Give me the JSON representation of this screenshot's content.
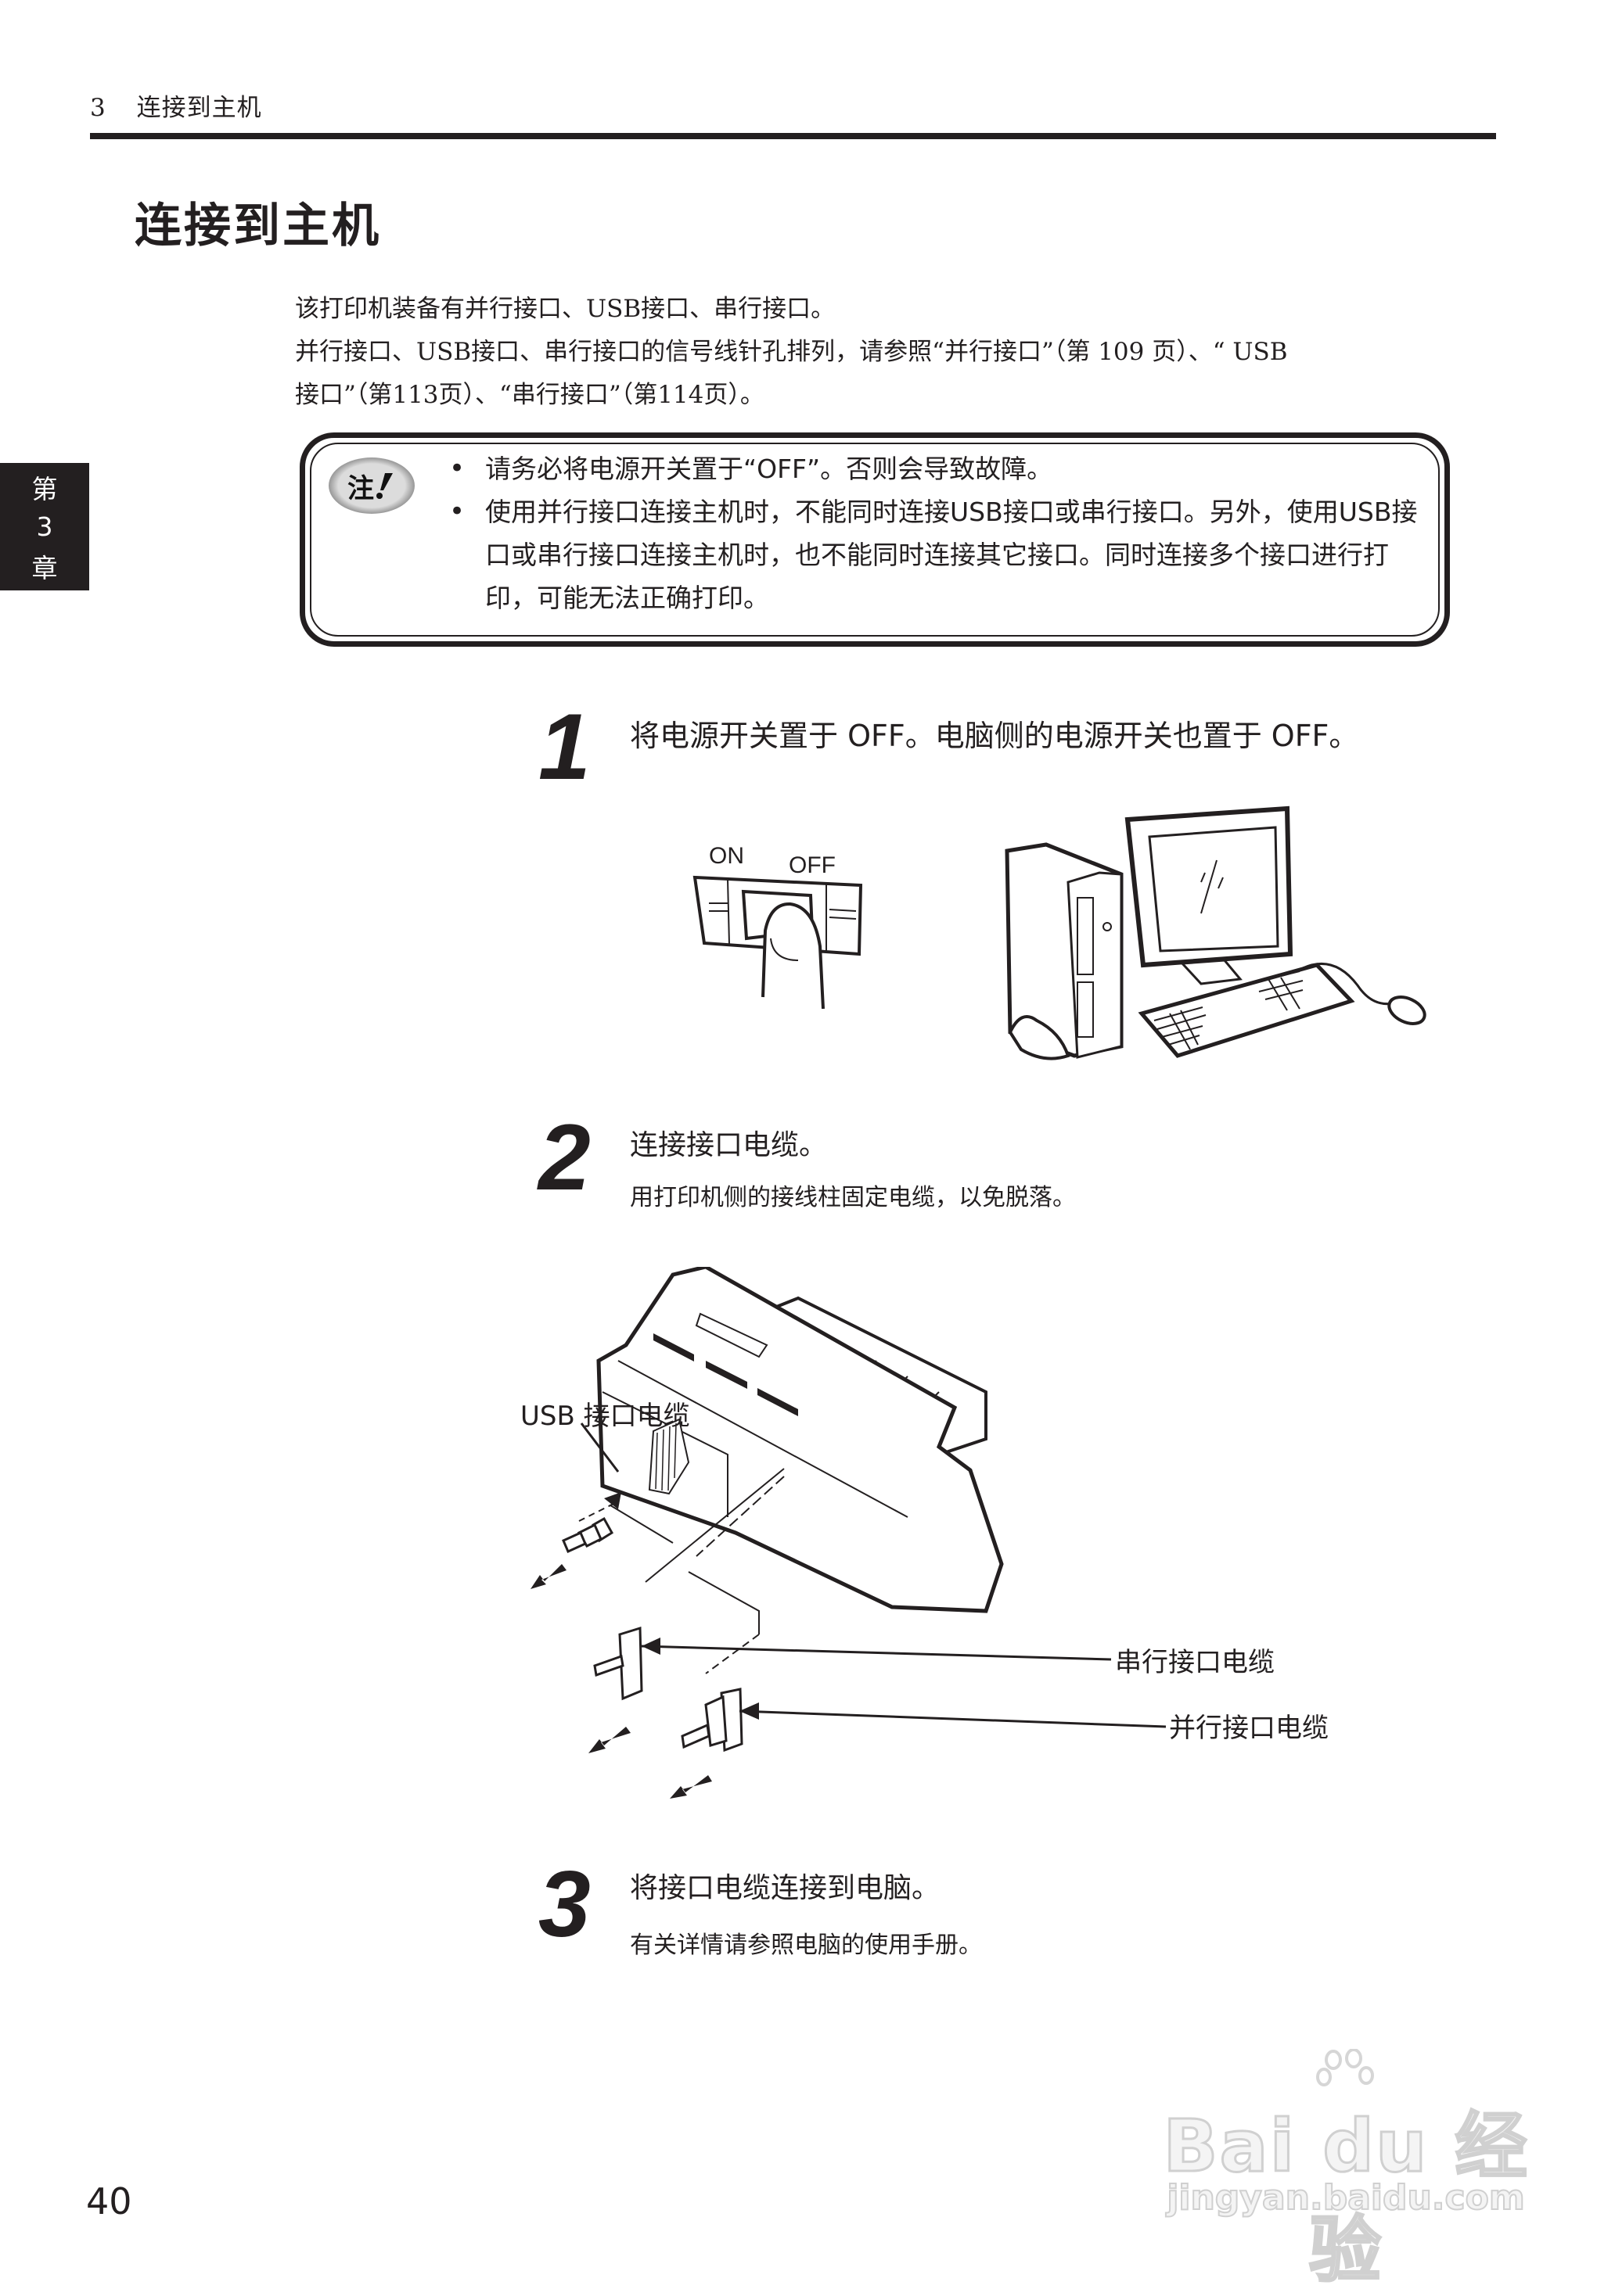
{
  "header": {
    "chapter_number": "3",
    "chapter_title": "连接到主机"
  },
  "chapter_tab": {
    "line1": "第",
    "line2": "3",
    "line3": "章"
  },
  "page_title": "连接到主机",
  "intro": {
    "line1": "该打印机装备有并行接口、USB接口、串行接口。",
    "line2": "并行接口、USB接口、串行接口的信号线针孔排列，请参照“并行接口”（第 109 页）、“ USB",
    "line3": "接口”（第113页）、“串行接口”（第114页）。"
  },
  "note": {
    "badge_label": "注",
    "badge_icon": "exclamation-icon",
    "items": [
      "请务必将电源开关置于“OFF”。否则会导致故障。",
      "使用并行接口连接主机时，不能同时连接USB接口或串行接口。另外，使用USB接口或串行接口连接主机时，也不能同时连接其它接口。同时连接多个接口进行打印，可能无法正确打印。"
    ]
  },
  "steps": [
    {
      "number": "1",
      "title": "将电源开关置于 OFF。电脑侧的电源开关也置于 OFF。",
      "subtitle": "",
      "illustration": {
        "switch_on_label": "ON",
        "switch_off_label": "OFF"
      }
    },
    {
      "number": "2",
      "title": "连接接口电缆。",
      "subtitle": "用打印机侧的接线柱固定电缆，以免脱落。",
      "callouts": {
        "usb": "USB 接口电缆",
        "serial": "串行接口电缆",
        "parallel": "并行接口电缆"
      }
    },
    {
      "number": "3",
      "title": "将接口电缆连接到电脑。",
      "subtitle": "有关详情请参照电脑的使用手册。"
    }
  ],
  "footer": {
    "page_number": "40"
  },
  "watermark": {
    "brand": "Bai du 经验",
    "url": "jingyan.baidu.com"
  },
  "colors": {
    "ink": "#231f20",
    "tab_bg": "#231f20",
    "watermark": "#d9d9d9"
  }
}
